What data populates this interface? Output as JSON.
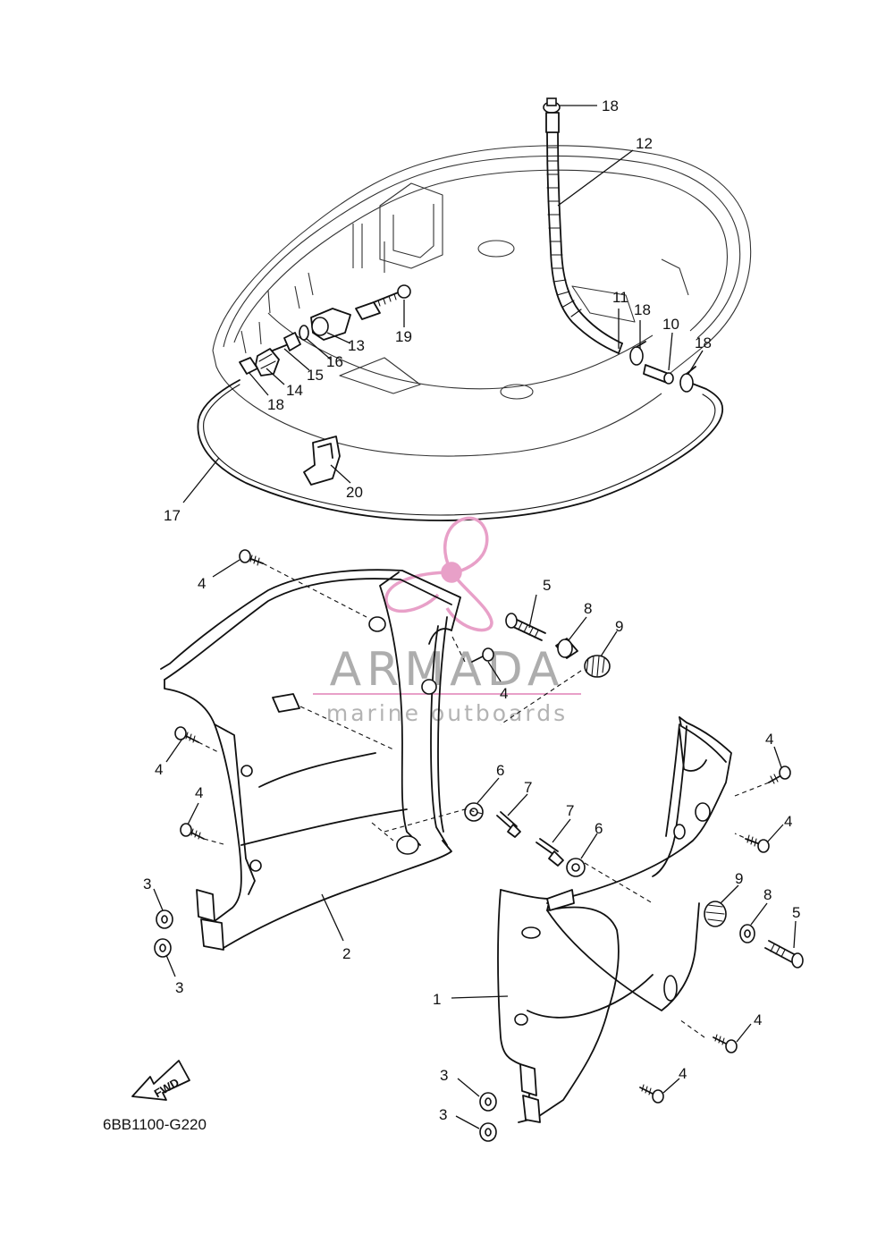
{
  "diagram_code": "6BB1100-G220",
  "fwd_label": "FWD",
  "watermark": {
    "brand": "ARMADA",
    "tagline": "marine outboards",
    "logo_color": "#e8a0c8",
    "text_color": "#8a8a8a"
  },
  "callouts": [
    "18",
    "12",
    "11",
    "18",
    "10",
    "18",
    "13",
    "19",
    "16",
    "15",
    "14",
    "18",
    "20",
    "17",
    "4",
    "5",
    "8",
    "9",
    "4",
    "4",
    "4",
    "6",
    "7",
    "7",
    "6",
    "4",
    "4",
    "3",
    "3",
    "2",
    "9",
    "8",
    "5",
    "1",
    "4",
    "4",
    "3",
    "3"
  ]
}
